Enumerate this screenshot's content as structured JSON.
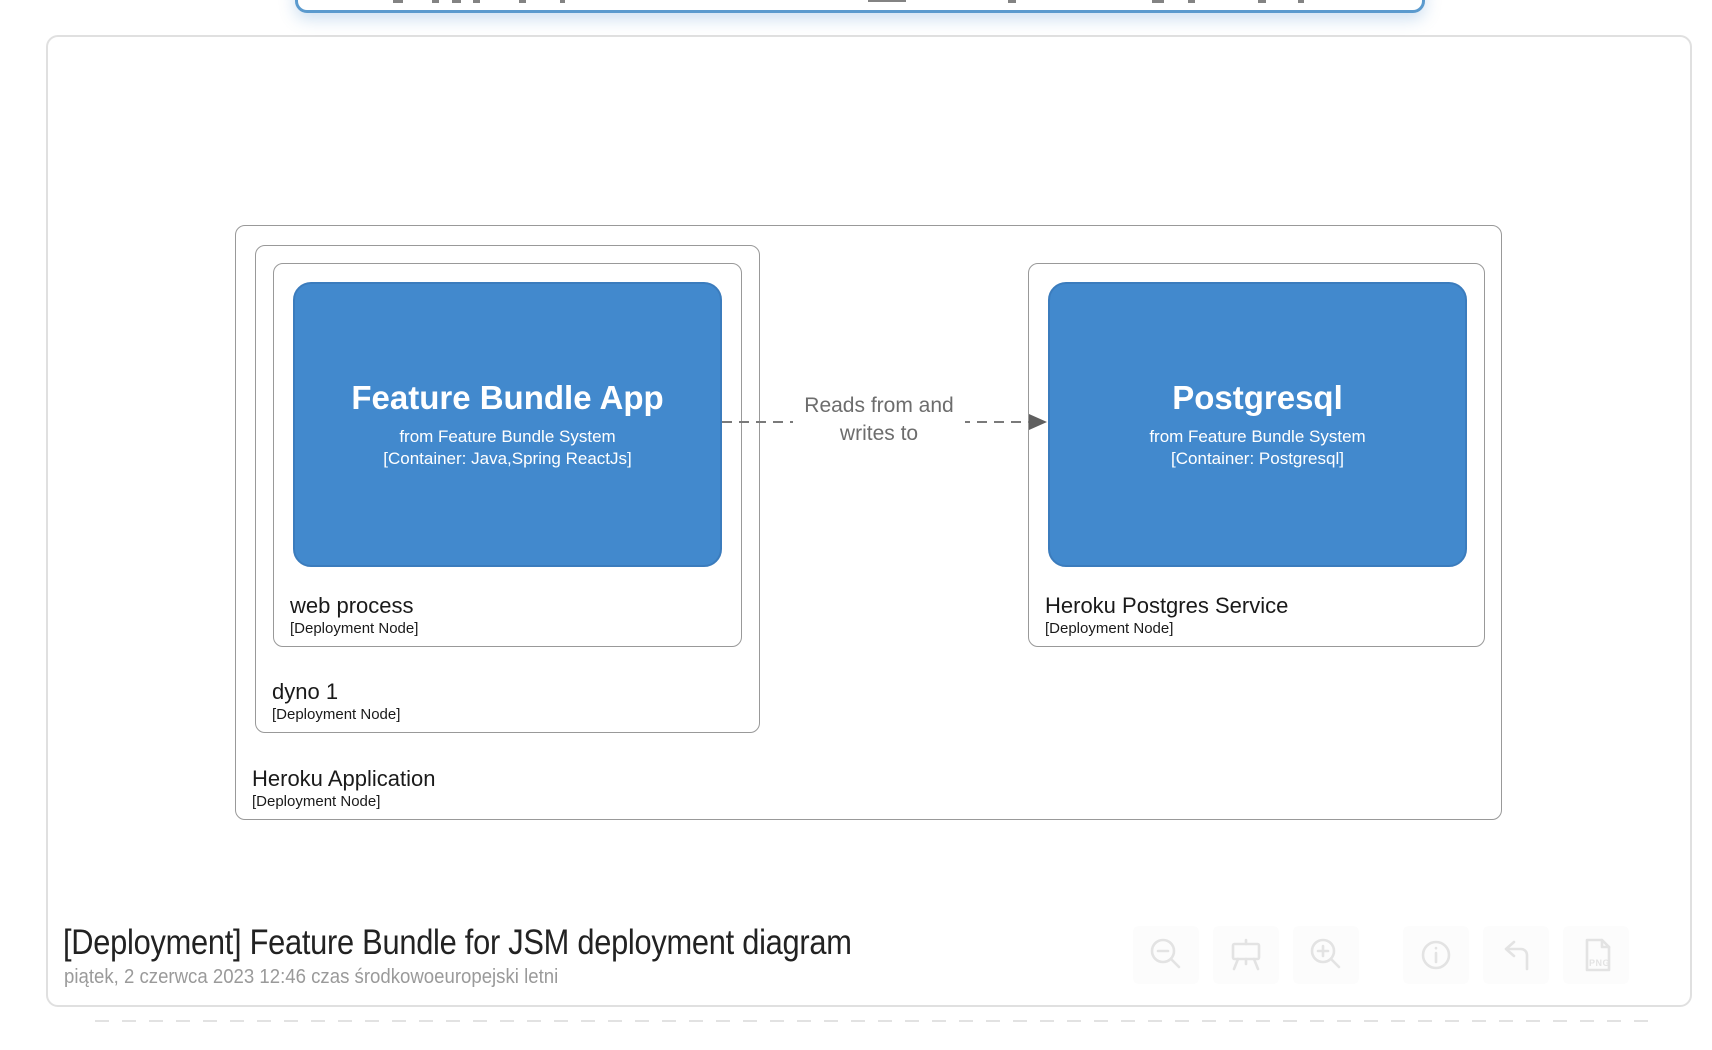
{
  "diagram": {
    "nodes": {
      "heroku_application": {
        "name": "Heroku Application",
        "meta": "[Deployment Node]"
      },
      "dyno1": {
        "name": "dyno 1",
        "meta": "[Deployment Node]"
      },
      "web_process": {
        "name": "web process",
        "meta": "[Deployment Node]"
      },
      "heroku_postgres_service": {
        "name": "Heroku Postgres Service",
        "meta": "[Deployment Node]"
      }
    },
    "containers": {
      "feature_bundle_app": {
        "name": "Feature Bundle App",
        "origin": "from Feature Bundle System",
        "meta": "[Container: Java,Spring ReactJs]"
      },
      "postgresql": {
        "name": "Postgresql",
        "origin": "from Feature Bundle System",
        "meta": "[Container: Postgresql]"
      }
    },
    "relationship": {
      "label": "Reads from and writes to"
    }
  },
  "footer": {
    "title": "[Deployment] Feature Bundle for JSM deployment diagram",
    "timestamp": "piątek, 2 czerwca 2023 12:46 czas środkowoeuropejski letni"
  },
  "toolbar": {
    "icons": [
      "zoom-out-icon",
      "presentation-easel-icon",
      "zoom-in-icon",
      "info-icon",
      "undo-icon",
      "export-png-icon"
    ],
    "export_label": "PNG"
  },
  "colors": {
    "container_fill": "#4289cd",
    "container_border": "#3b7cbd",
    "node_border": "#999999",
    "relationship_gray": "#6d6d6d",
    "focus_border_blue": "#5b9ace",
    "panel_border": "#e0e0e0",
    "toolbar_icon_gray": "#e3e3e3",
    "timestamp_gray": "#9a9a9a"
  }
}
